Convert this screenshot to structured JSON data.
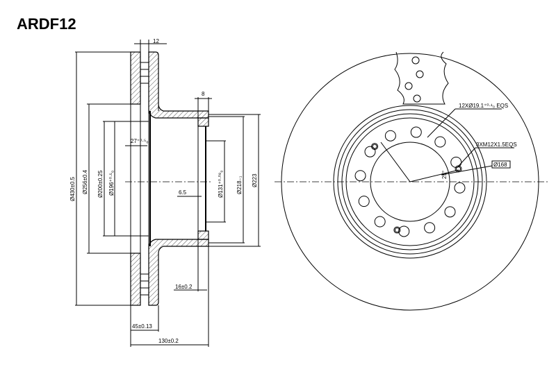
{
  "title": "ARDF12",
  "section_view": {
    "dims": {
      "width_12": "12",
      "hat_8": "8",
      "angle": "27⁺⁰·⁵₀",
      "d430": "Ø430±0.5",
      "d256": "Ø256±0.4",
      "d200": "Ø200±0.25",
      "d196": "Ø196⁺⁰·⁵₀",
      "d6_5": "6.5",
      "d131": "Ø131⁺⁰·⁰⁸₀",
      "d218": "Ø218₋₁",
      "d223": "Ø223",
      "d16": "16±0.2",
      "d45": "45±0.13",
      "d130": "130±0.2"
    }
  },
  "front_view": {
    "labels": {
      "holes": "12XØ19.1⁺⁰·¹₀ EQS",
      "threads": "3XM12X1.5EQS",
      "pcd": "Ø168",
      "angle": "25°"
    },
    "bolt_holes": 12,
    "threaded_holes": 3
  }
}
